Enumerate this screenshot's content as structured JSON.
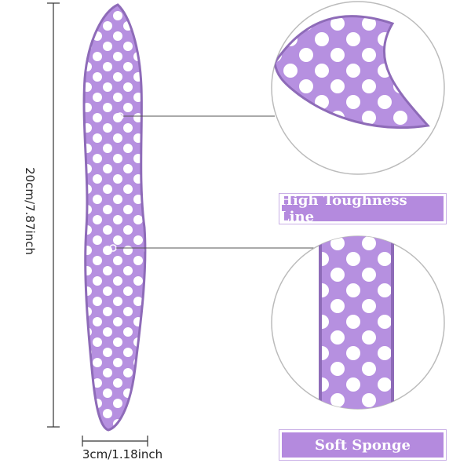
{
  "callouts": {
    "top_label": "High Toughness Line",
    "bottom_label": "Soft Sponge"
  },
  "dimensions": {
    "height": "20cm/7.87inch",
    "width": "3cm/1.18inch"
  },
  "colors": {
    "fabric": "#b690e0",
    "fabric_dark": "#9b74c8",
    "dot": "#ffffff",
    "label_bg": "#b48ade"
  }
}
